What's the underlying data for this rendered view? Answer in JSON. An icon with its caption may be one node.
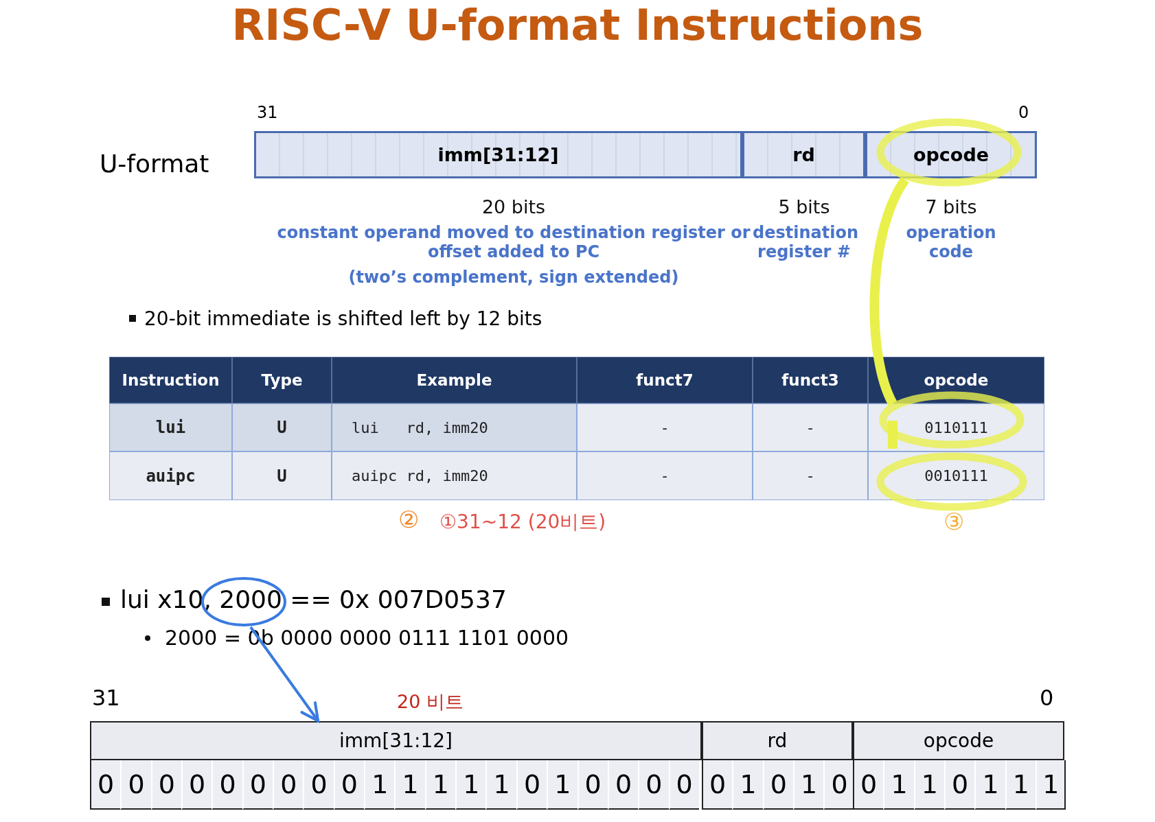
{
  "diagram": {
    "title": "RISC-V U-format Instructions",
    "nodes": [
      {
        "text": [
          "imm[31:12]"
        ],
        "beside": [
          "20 bits",
          "constant operand moved to destination register or offset added to PC",
          "(two’s complement, sign extended)"
        ]
      },
      {
        "text": [
          "rd"
        ],
        "beside": [
          "5 bits",
          "destination register #"
        ]
      },
      {
        "text": [
          "opcode"
        ],
        "beside": [
          "7 bits",
          "operation code"
        ]
      },
      {
        "text": [
          "0110111"
        ]
      },
      {
        "text": [
          "0010111"
        ]
      },
      {
        "text": [],
        "shape": "circle"
      },
      {
        "text": [
          "imm[31:12]"
        ],
        "beside": [
          "0",
          "0",
          "0",
          "0",
          "0",
          "0",
          "0",
          "0",
          "0",
          "1",
          "1",
          "1",
          "1",
          "1",
          "0",
          "1",
          "0",
          "0",
          "0",
          "0"
        ]
      },
      {
        "text": [
          "rd"
        ],
        "beside": [
          "0",
          "1",
          "0",
          "1",
          "0"
        ]
      },
      {
        "text": [
          "opcode"
        ],
        "beside": [
          "0",
          "1",
          "1",
          "0",
          "1",
          "1",
          "1"
        ]
      }
    ],
    "edges": [
      {
        "from": 2,
        "to": 3,
        "arrow": "none",
        "color": "#e9f04c"
      },
      {
        "from": 3,
        "to": 4,
        "arrow": "none",
        "color": "#e9f04c"
      },
      {
        "from": 5,
        "to": 6,
        "arrow": "to",
        "color": "#3a7be0"
      }
    ],
    "labels": [
      "31",
      "0",
      "U-format",
      "20-bit immediate is shifted left by 12 bits",
      "Instruction",
      "Type",
      "Example",
      "funct7",
      "funct3",
      "opcode",
      "lui",
      "U",
      "lui   rd, imm20",
      "-",
      "-",
      "auipc",
      "U",
      "auipc rd, imm20",
      "-",
      "-",
      "②",
      "①31~12 (20비트)",
      "③",
      "lui x10, 2000 == 0x 007D0537",
      "2000 = 0b 0000 0000 0111 1101 0000",
      "31",
      "20 비트",
      "0"
    ]
  }
}
